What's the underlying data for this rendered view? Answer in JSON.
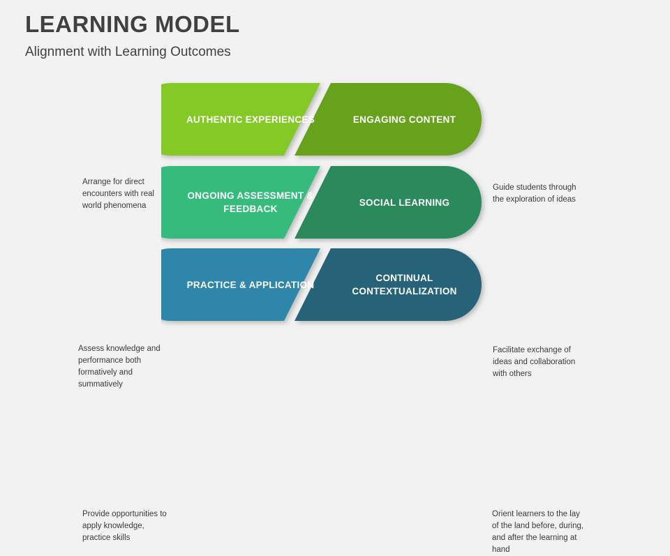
{
  "header": {
    "title": "LEARNING MODEL",
    "subtitle": "Alignment with Learning Outcomes"
  },
  "colors": {
    "background": "#f2f2f2",
    "title_text": "#404040",
    "caption_text": "#3a3a3a",
    "segment_text": "#ffffff",
    "row1_left": "#84c927",
    "row1_right": "#68a11f",
    "row2_left": "#35bc7c",
    "row2_right": "#2a8a5c",
    "row3_left": "#2f86aa",
    "row3_right": "#266378"
  },
  "diagram": {
    "rows": [
      {
        "left_caption": "Arrange for direct encounters with real world phenomena",
        "left_label": "AUTHENTIC EXPERIENCES",
        "right_label": "ENGAGING CONTENT",
        "right_caption": "Guide students through the exploration of ideas",
        "left_color": "#84c927",
        "right_color": "#68a11f"
      },
      {
        "left_caption": "Assess knowledge and performance both formatively and summatively",
        "left_label": "ONGOING ASSESSMENT & FEEDBACK",
        "right_label": "SOCIAL LEARNING",
        "right_caption": "Facilitate exchange of ideas and collaboration with others",
        "left_color": "#35bc7c",
        "right_color": "#2a8a5c"
      },
      {
        "left_caption": "Provide opportunities to apply knowledge, practice skills",
        "left_label": "PRACTICE & APPLICATION",
        "right_label": "CONTINUAL CONTEXTUALIZATION",
        "right_caption": "Orient learners to the lay of the land before, during, and after the learning at hand",
        "left_color": "#2f86aa",
        "right_color": "#266378"
      }
    ]
  }
}
